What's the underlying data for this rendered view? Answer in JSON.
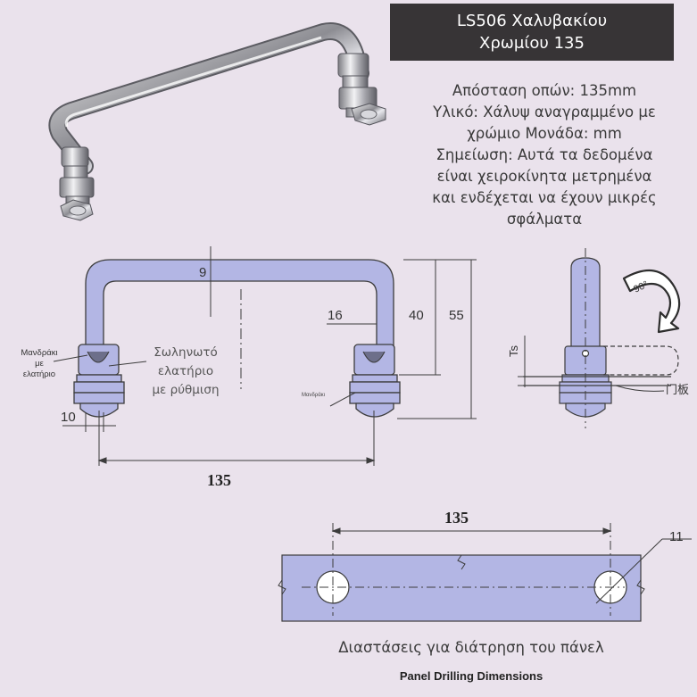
{
  "title": {
    "line1": "LS506 Χαλυβακίου",
    "line2": "Χρωμίου 135"
  },
  "info_lines": [
    "Απόσταση οπών: 135mm",
    "Υλικό: Χάλυψ αναγραμμένο με",
    "χρώμιο Μονάδα: mm",
    "Σημείωση: Αυτά τα δεδομένα",
    "είναι χειροκίνητα μετρημένα",
    "και ενδέχεται να έχουν μικρές",
    "σφάλματα"
  ],
  "front_view": {
    "dim_tube": "9",
    "dim_16": "16",
    "dim_40": "40",
    "dim_55": "55",
    "dim_10": "10",
    "dim_135": "135",
    "label_washer_spring": [
      "Μανδράκι",
      "με",
      "ελατήριο"
    ],
    "label_spring_tube": [
      "Σωληνωτό",
      "ελατήριο",
      "με ρύθμιση"
    ],
    "label_washer": "Μανδράκι"
  },
  "side_view": {
    "dim_ts": "Ts",
    "rotation_label": "90°",
    "panel_label": "门板"
  },
  "drilling": {
    "dim_135": "135",
    "dim_11": "11",
    "caption": "Διαστάσεις για διάτρηση του πάνελ",
    "caption_en": "Panel Drilling Dimensions"
  },
  "colors": {
    "background": "#eae2ec",
    "title_bg": "#373436",
    "part_fill": "#b3b6e4",
    "line": "#3c3c3c"
  }
}
